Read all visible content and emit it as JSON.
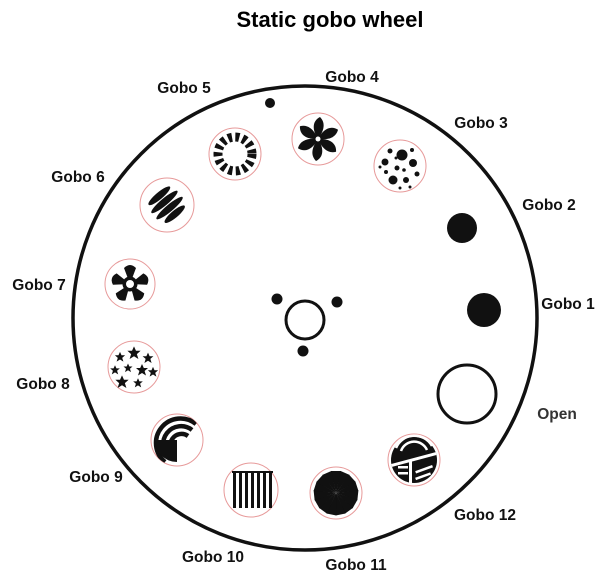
{
  "title": "Static gobo wheel",
  "labels": {
    "open": "Open",
    "gobo1": "Gobo 1",
    "gobo2": "Gobo 2",
    "gobo3": "Gobo 3",
    "gobo4": "Gobo 4",
    "gobo5": "Gobo 5",
    "gobo6": "Gobo 6",
    "gobo7": "Gobo 7",
    "gobo8": "Gobo 8",
    "gobo9": "Gobo 9",
    "gobo10": "Gobo 10",
    "gobo11": "Gobo 11",
    "gobo12": "Gobo 12"
  },
  "colors": {
    "ink": "#111111",
    "gobo_outline": "#e79a9a",
    "open_label": "#333333"
  },
  "gobo_patterns": {
    "open": "open-aperture",
    "gobo1": "large-dot",
    "gobo2": "medium-dot",
    "gobo3": "dot-cluster",
    "gobo4": "flower-swirl",
    "gobo5": "dashed-ring",
    "gobo6": "diagonal-stripes",
    "gobo7": "flower",
    "gobo8": "stars",
    "gobo9": "spiral-arcs",
    "gobo10": "vertical-bars",
    "gobo11": "radial-starburst",
    "gobo12": "split-pattern"
  }
}
